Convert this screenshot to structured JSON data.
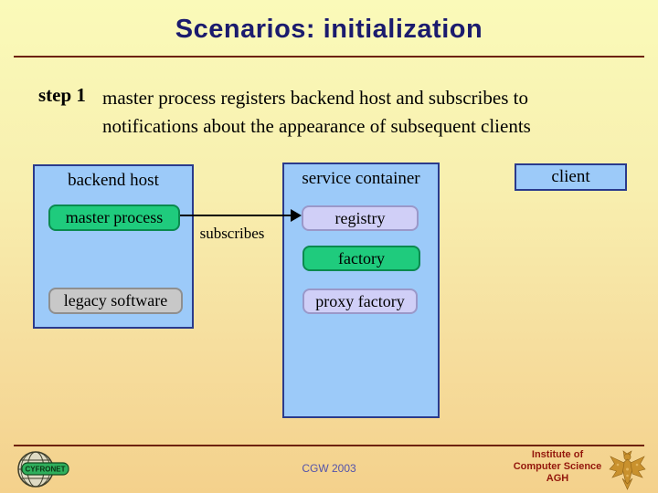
{
  "slide": {
    "title": "Scenarios: initialization",
    "step_label": "step 1",
    "step_line1": "master process registers backend host and subscribes to",
    "step_line2": "notifications about the appearance of subsequent clients"
  },
  "diagram": {
    "backend_host": {
      "title": "backend host",
      "master_process": "master process",
      "legacy_software": "legacy software"
    },
    "service_container": {
      "title": "service container",
      "registry": "registry",
      "factory": "factory",
      "proxy_factory": "proxy factory"
    },
    "client": "client",
    "arrow_label": "subscribes"
  },
  "footer": {
    "cyfronet_label": "CYFRONET",
    "conference": "CGW 2003",
    "institute_line1": "Institute of",
    "institute_line2": "Computer Science",
    "institute_line3": "AGH"
  },
  "colors": {
    "background_top": "#FAFAB9",
    "background_bottom": "#F4D18C",
    "container_fill": "#9CCAF9",
    "container_border": "#2A3A8C",
    "green_fill": "#1FCB7D",
    "green_border": "#0B8A4F",
    "gray_fill": "#C8C8C8",
    "lavender_fill": "#D0CFF7",
    "title_color": "#1B1B6E",
    "divider_color": "#6E2208",
    "conference_color": "#5353AB",
    "institute_color": "#93170C"
  }
}
